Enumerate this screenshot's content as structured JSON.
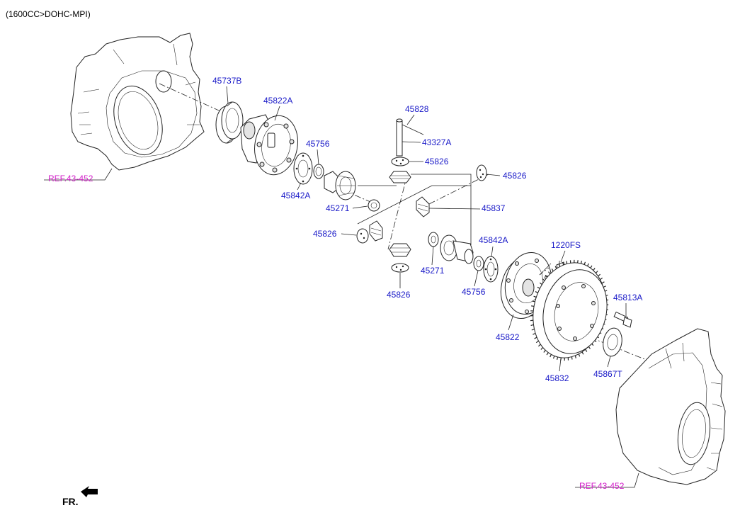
{
  "header": {
    "engine_spec": "(1600CC>DOHC-MPI)"
  },
  "colors": {
    "part_label": "#1a1ac8",
    "reference_label": "#d21ec8",
    "line": "#222222"
  },
  "references": {
    "top_left": "REF.43-452",
    "bottom_right": "REF.43-452"
  },
  "parts": {
    "p45737B": "45737B",
    "p45822A": "45822A",
    "p45828": "45828",
    "p43327A": "43327A",
    "p45756_top": "45756",
    "p45826_a": "45826",
    "p45826_b": "45826",
    "p45842A_left": "45842A",
    "p45271_left": "45271",
    "p45837": "45837",
    "p45826_c": "45826",
    "p45842A_right": "45842A",
    "p1220FS": "1220FS",
    "p45271_right": "45271",
    "p45756_bottom": "45756",
    "p45826_d": "45826",
    "p45813A": "45813A",
    "p45822": "45822",
    "p45832": "45832",
    "p45867T": "45867T"
  },
  "orientation": {
    "label": "FR.",
    "icon": "front-arrow-icon"
  }
}
